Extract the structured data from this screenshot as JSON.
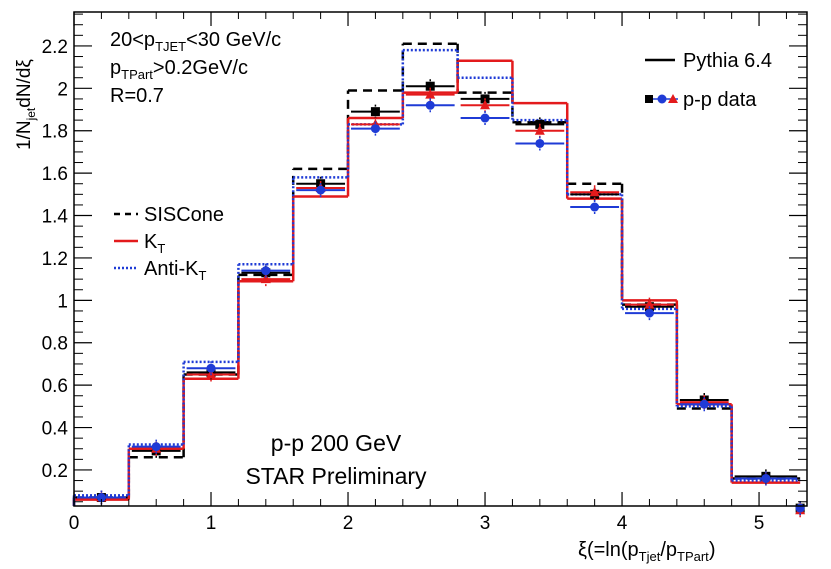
{
  "chart_data": {
    "type": "line",
    "ylabel_parts": {
      "a": "1/N",
      "b": "jet",
      "c": "dN/dξ"
    },
    "xlabel_parts": {
      "a": "ξ(=ln(p",
      "b": "Tjet",
      "c": "/p",
      "d": "TPart",
      "e": ")"
    },
    "cuts": {
      "line1": {
        "a": "20<p",
        "b": "TJET",
        "c": "<30 GeV/c"
      },
      "line2": {
        "a": "p",
        "b": "TPart",
        "c": ">0.2GeV/c"
      },
      "line3": "R=0.7"
    },
    "collision_label": "p-p 200 GeV",
    "preliminary_label": "STAR Preliminary",
    "legend_style": {
      "siscone": "SISCone",
      "kt_a": "K",
      "kt_b": "T",
      "antikt_a": "Anti-K",
      "antikt_b": "T"
    },
    "legend_source": {
      "pythia": "Pythia 6.4",
      "data": "p-p data"
    },
    "xlim": [
      0,
      5.35
    ],
    "ylim": [
      0.03,
      2.36
    ],
    "xticks": [
      0,
      1,
      2,
      3,
      4,
      5
    ],
    "yticks": [
      0.2,
      0.4,
      0.6,
      0.8,
      1,
      1.2,
      1.4,
      1.6,
      1.8,
      2,
      2.2
    ],
    "bin_edges": [
      0,
      0.4,
      0.8,
      1.2,
      1.6,
      2.0,
      2.4,
      2.8,
      3.2,
      3.6,
      4.0,
      4.4,
      4.8,
      5.3
    ],
    "colors": {
      "siscone": "#000000",
      "kt": "#e31a1c",
      "antikt": "#1f3bd6"
    },
    "series": [
      {
        "name": "SISCone",
        "kind": "pythia",
        "style": "dashed",
        "color": "#000000",
        "values": [
          0.07,
          0.26,
          0.65,
          1.12,
          1.62,
          1.99,
          2.21,
          1.98,
          1.84,
          1.55,
          0.98,
          0.49,
          0.16
        ]
      },
      {
        "name": "K_T",
        "kind": "pythia",
        "style": "solid",
        "color": "#e31a1c",
        "values": [
          0.06,
          0.3,
          0.63,
          1.09,
          1.49,
          1.86,
          1.98,
          2.13,
          1.93,
          1.48,
          1.0,
          0.51,
          0.14
        ]
      },
      {
        "name": "Anti-K_T",
        "kind": "pythia",
        "style": "dotted",
        "color": "#1f3bd6",
        "values": [
          0.08,
          0.32,
          0.71,
          1.17,
          1.58,
          1.83,
          2.18,
          2.05,
          1.85,
          1.5,
          0.96,
          0.5,
          0.15
        ]
      },
      {
        "name": "SISCone data",
        "kind": "data",
        "marker": "square",
        "color": "#000000",
        "values": [
          0.07,
          0.29,
          0.66,
          1.13,
          1.55,
          1.89,
          2.01,
          1.95,
          1.83,
          1.5,
          0.97,
          0.53,
          0.17,
          0.02
        ]
      },
      {
        "name": "K_T data",
        "kind": "data",
        "marker": "triangle",
        "color": "#e31a1c",
        "values": [
          0.07,
          0.3,
          0.65,
          1.1,
          1.53,
          1.83,
          1.97,
          1.92,
          1.8,
          1.51,
          0.98,
          0.52,
          0.16,
          0.01
        ]
      },
      {
        "name": "Anti-K_T data",
        "kind": "data",
        "marker": "circle",
        "color": "#1f3bd6",
        "values": [
          0.07,
          0.31,
          0.68,
          1.14,
          1.52,
          1.81,
          1.92,
          1.86,
          1.74,
          1.44,
          0.94,
          0.51,
          0.16,
          0.02
        ]
      }
    ]
  }
}
